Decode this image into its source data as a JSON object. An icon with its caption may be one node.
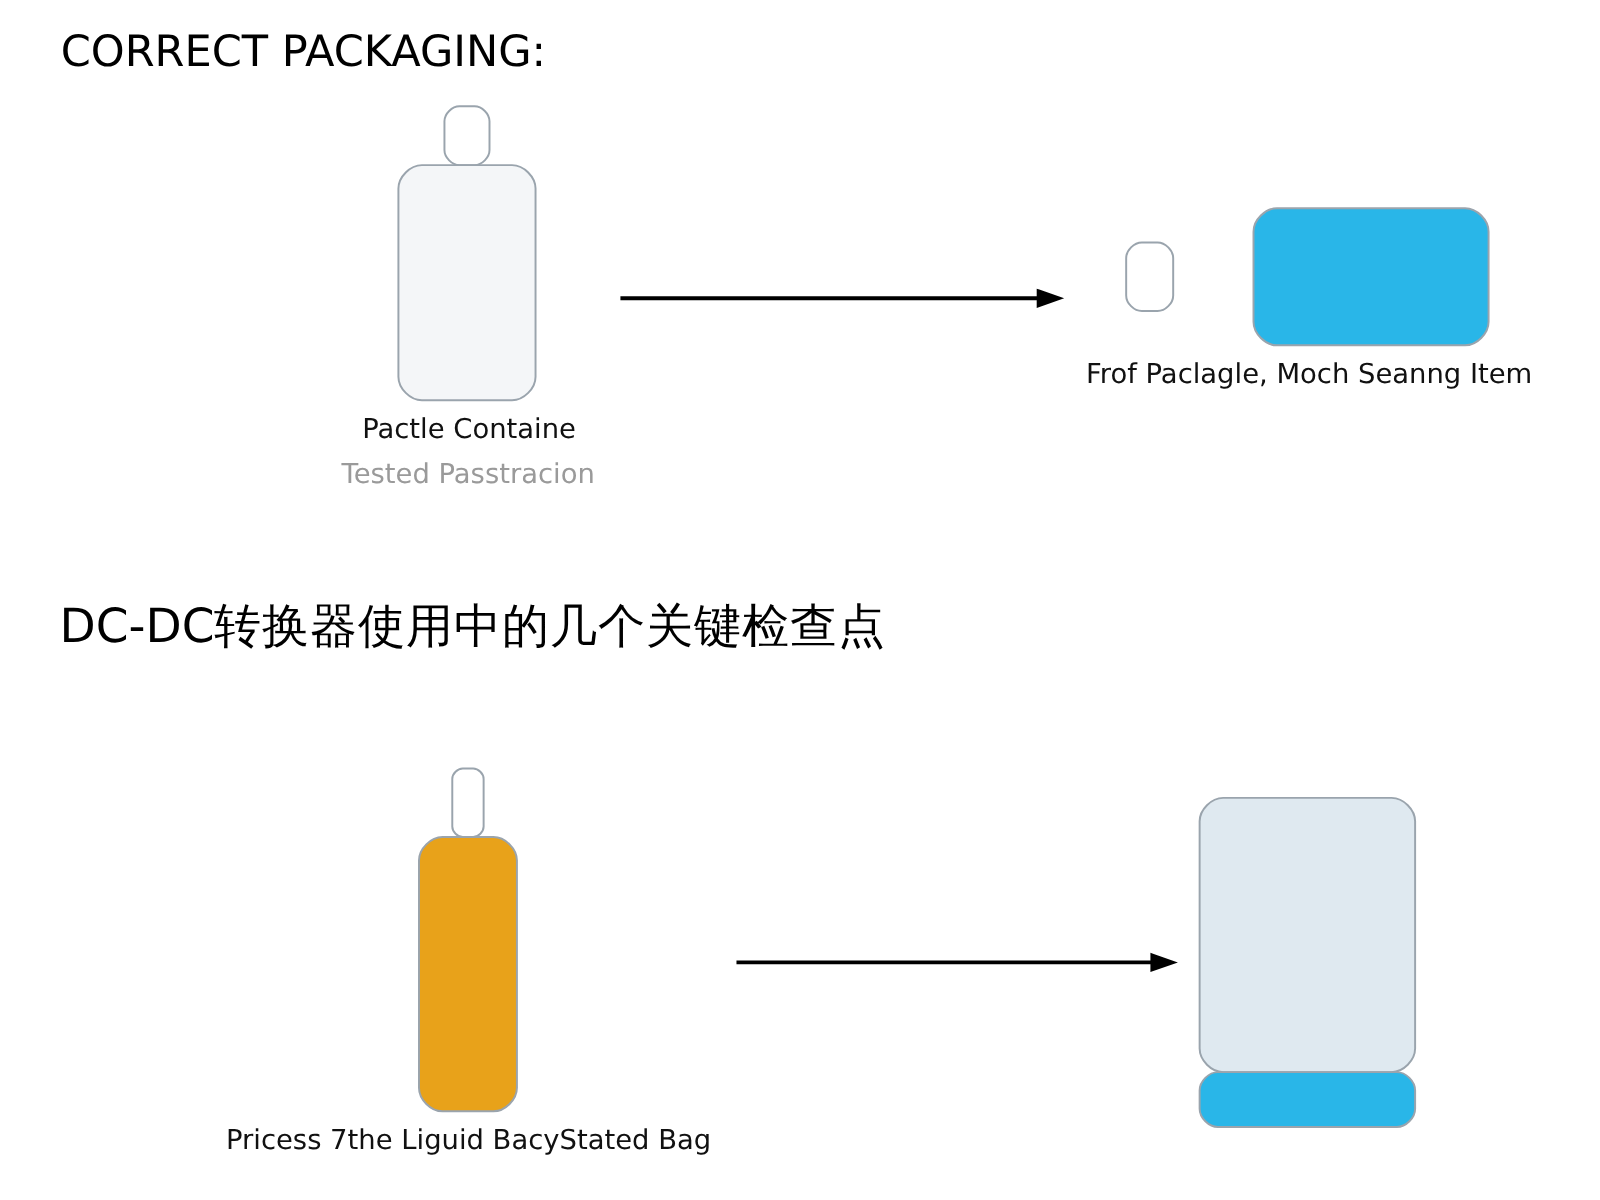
{
  "diagram": {
    "title": "CORRECT PACKAGING:",
    "nodes": [
      {
        "text": [],
        "shape": "bottle",
        "beside": [
          "Pactle Containe",
          "Tested Passtracion"
        ]
      },
      {
        "text": [],
        "shape": "jar",
        "beside": [
          "Frof Paclagle, Moch Seanng Item"
        ]
      },
      {
        "text": [],
        "shape": "bottle",
        "beside": [
          "Pricess 7the Liguid BacyStated Bag"
        ]
      },
      {
        "text": [],
        "shape": "bag"
      }
    ],
    "edges": [
      {
        "from": 0,
        "to": 1,
        "arrow": "to"
      },
      {
        "from": 2,
        "to": 3,
        "arrow": "to"
      }
    ],
    "labels": [
      "DC-DC转换器使用中的几个关键检查点"
    ]
  }
}
